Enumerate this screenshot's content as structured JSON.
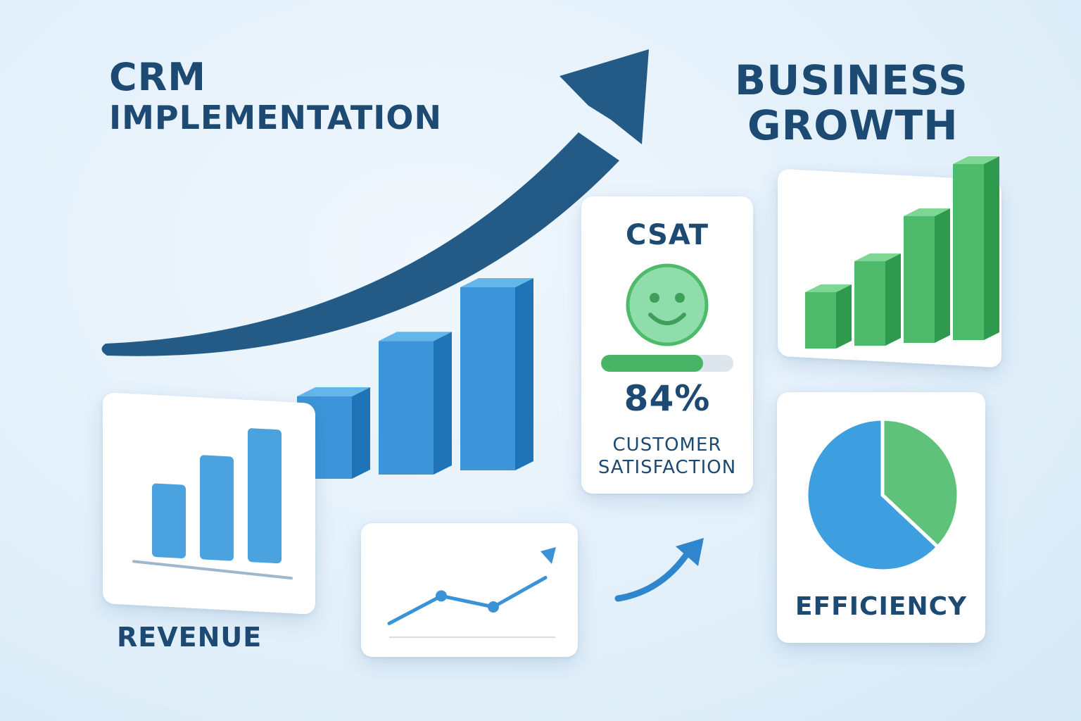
{
  "headings": {
    "crm_line1": "CRM",
    "crm_line2": "IMPLEMENTATION",
    "growth_line1": "BUSINESS",
    "growth_line2": "GROWTH"
  },
  "csat": {
    "title": "CSAT",
    "percent_text": "84%",
    "progress": 0.77,
    "caption_line1": "CUSTOMER",
    "caption_line2": "SATISFACTION"
  },
  "revenue": {
    "label": "REVENUE",
    "bars_relative": [
      0.55,
      0.78,
      1.0
    ]
  },
  "blue_3d_bars_relative": [
    0.45,
    0.73,
    1.0
  ],
  "green_3d_bars_relative": [
    0.32,
    0.48,
    0.72,
    1.0
  ],
  "efficiency": {
    "label": "EFFICIENCY",
    "pie_slices": [
      {
        "name": "blue",
        "fraction": 0.63,
        "color": "#3d9ee0"
      },
      {
        "name": "green",
        "fraction": 0.37,
        "color": "#5fc27a"
      }
    ]
  },
  "trend_points_relative": [
    0.12,
    0.42,
    0.3,
    0.62
  ],
  "colors": {
    "navy": "#1d4a73",
    "arrow": "#245a86",
    "blue": "#3d9ee0",
    "green": "#4dbb6a",
    "card": "#ffffff"
  },
  "icons": [
    "growth-arrow-icon",
    "smiley-face-icon",
    "small-curved-arrow-icon"
  ]
}
